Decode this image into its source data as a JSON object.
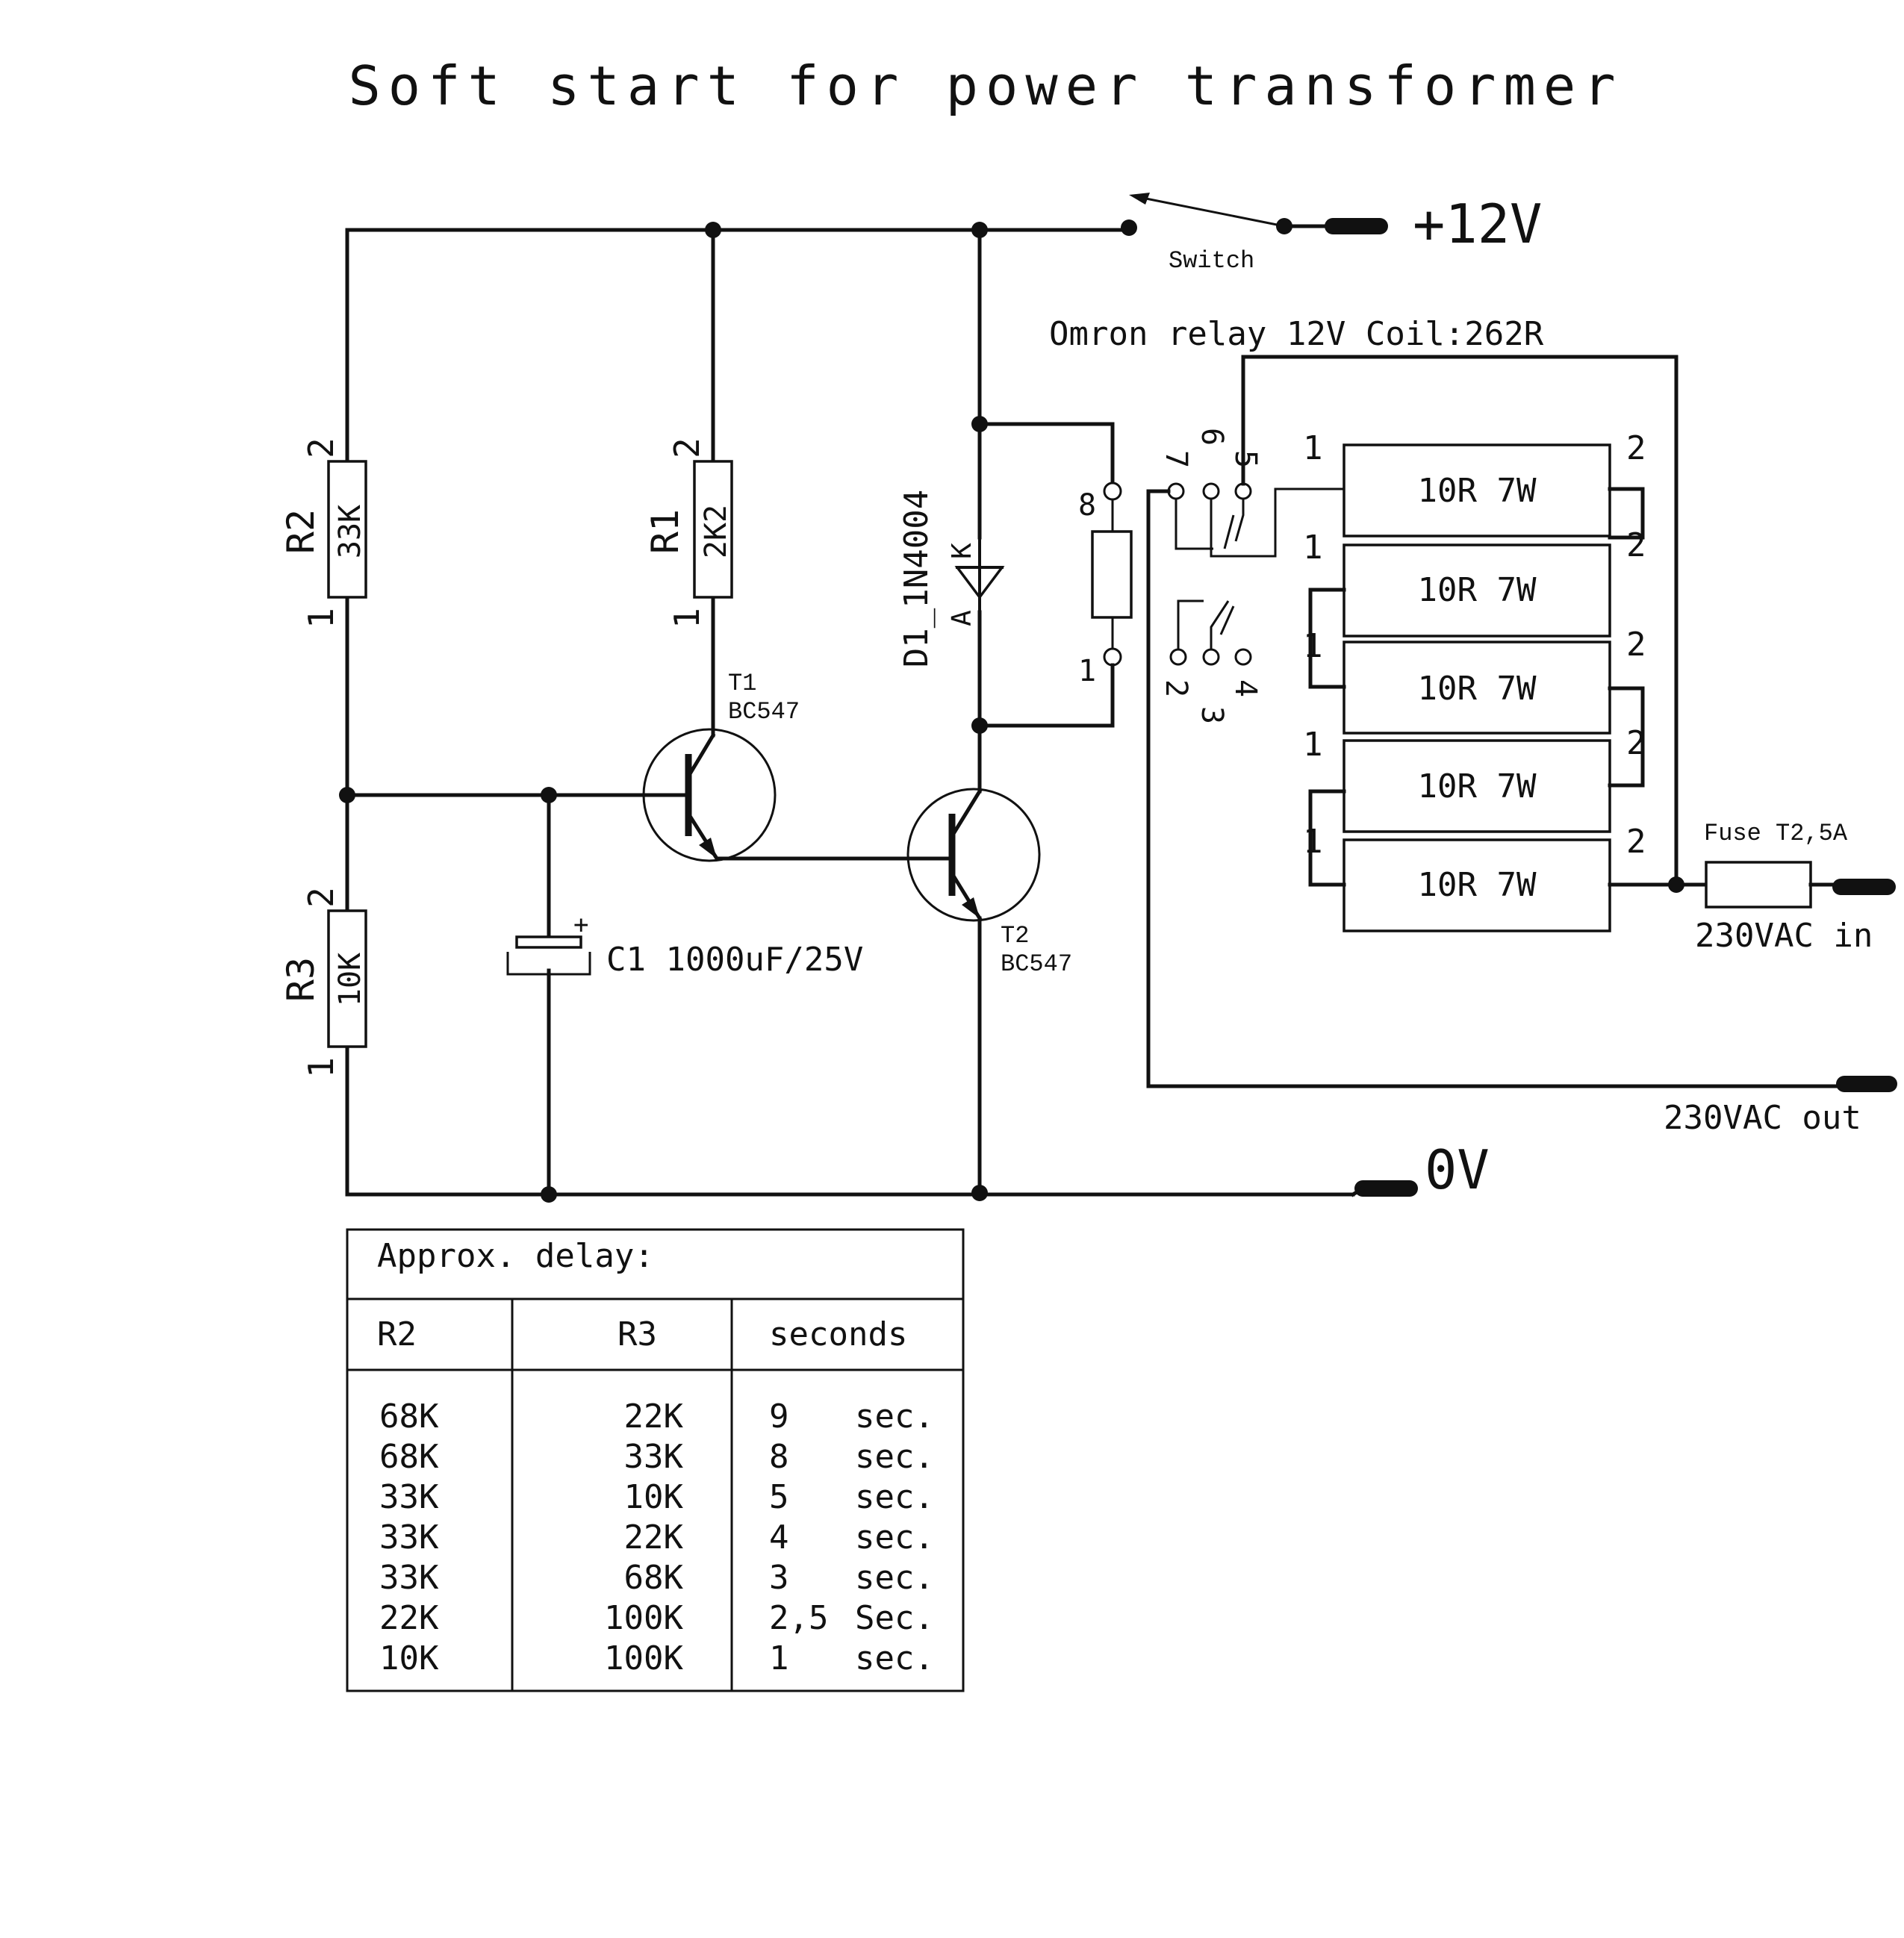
{
  "title": "Soft start for power transformer",
  "supply": {
    "positive": "+12V",
    "ground": "0V",
    "switch": "Switch"
  },
  "relay": {
    "label": "Omron relay 12V  Coil:262R",
    "pins": [
      "1",
      "2",
      "3",
      "4",
      "5",
      "6",
      "7",
      "8"
    ]
  },
  "resistors": {
    "r1": {
      "ref": "R1",
      "value": "2K2",
      "pin1": "1",
      "pin2": "2"
    },
    "r2": {
      "ref": "R2",
      "value": "33K",
      "pin1": "1",
      "pin2": "2"
    },
    "r3": {
      "ref": "R3",
      "value": "10K",
      "pin1": "1",
      "pin2": "2"
    }
  },
  "capacitor": {
    "label": "C1 1000uF/25V",
    "polarity": "+"
  },
  "diode": {
    "label": "D1_1N4004",
    "anode": "A",
    "cathode": "K"
  },
  "transistors": {
    "t1": {
      "ref": "T1",
      "type": "BC547"
    },
    "t2": {
      "ref": "T2",
      "type": "BC547"
    }
  },
  "power_resistors": [
    {
      "value": "10R 7W",
      "pin1": "1",
      "pin2": "2"
    },
    {
      "value": "10R 7W",
      "pin1": "1",
      "pin2": "2"
    },
    {
      "value": "10R 7W",
      "pin1": "1",
      "pin2": "2"
    },
    {
      "value": "10R 7W",
      "pin1": "1",
      "pin2": "2"
    },
    {
      "value": "10R 7W",
      "pin1": "1",
      "pin2": "2"
    }
  ],
  "fuse": "Fuse T2,5A",
  "ac_in": "230VAC in",
  "ac_out": "230VAC out",
  "delay_table": {
    "title": "Approx. delay:",
    "headers": [
      "R2",
      "R3",
      "seconds"
    ],
    "rows": [
      [
        "68K",
        "22K",
        "9",
        "sec."
      ],
      [
        "68K",
        "33K",
        "8",
        "sec."
      ],
      [
        "33K",
        "10K",
        "5",
        "sec."
      ],
      [
        "33K",
        "22K",
        "4",
        "sec."
      ],
      [
        "33K",
        "68K",
        "3",
        "sec."
      ],
      [
        "22K",
        "100K",
        "2,5",
        "Sec."
      ],
      [
        "10K",
        "100K",
        "1",
        "sec."
      ]
    ]
  }
}
